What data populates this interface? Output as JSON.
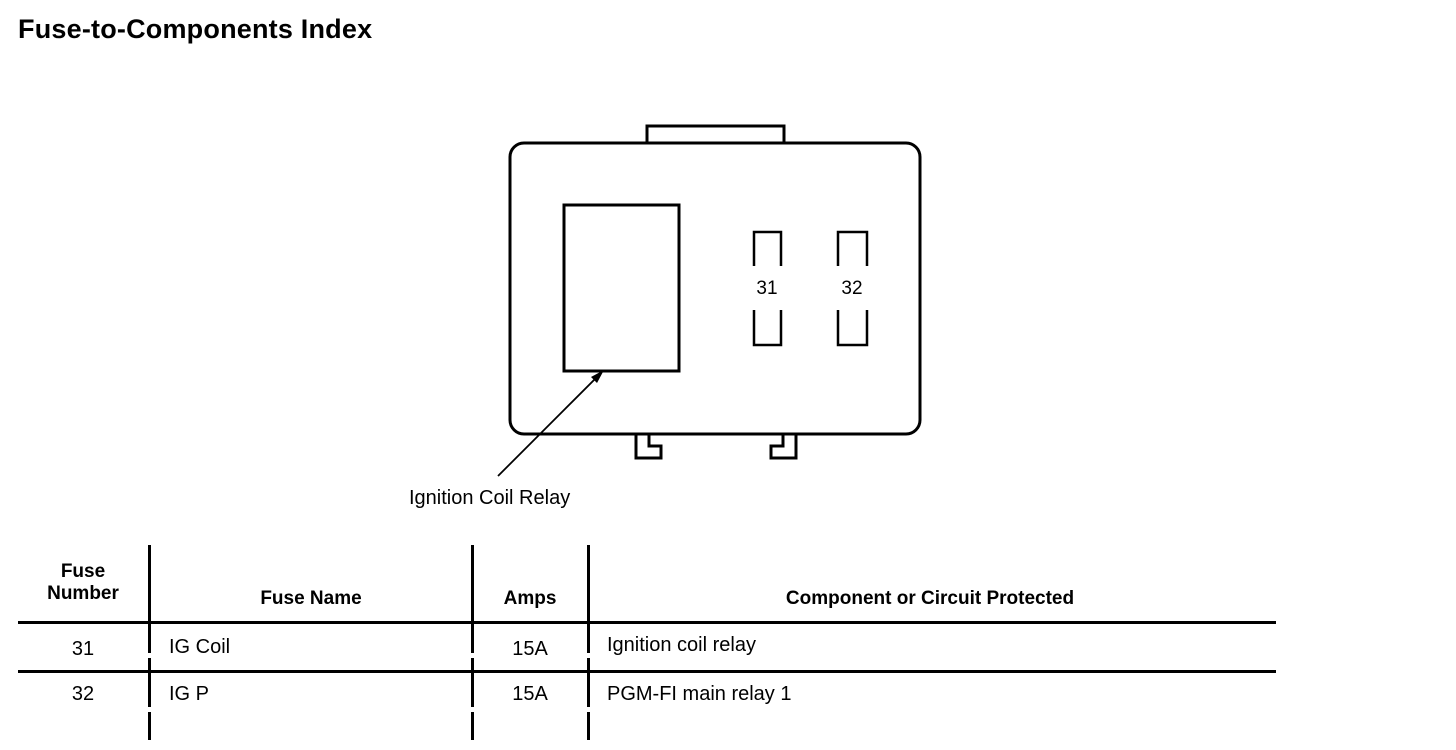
{
  "title": "Fuse-to-Components Index",
  "diagram": {
    "relay_label": "Ignition Coil Relay",
    "fuses": [
      "31",
      "32"
    ]
  },
  "table": {
    "headers": {
      "fuse_number": "Fuse\nNumber",
      "fuse_name": "Fuse Name",
      "amps": "Amps",
      "component": "Component or Circuit Protected"
    },
    "rows": [
      {
        "number": "31",
        "name": "IG Coil",
        "amps": "15A",
        "component": "Ignition coil relay"
      },
      {
        "number": "32",
        "name": "IG P",
        "amps": "15A",
        "component": "PGM-FI main relay 1"
      }
    ]
  }
}
